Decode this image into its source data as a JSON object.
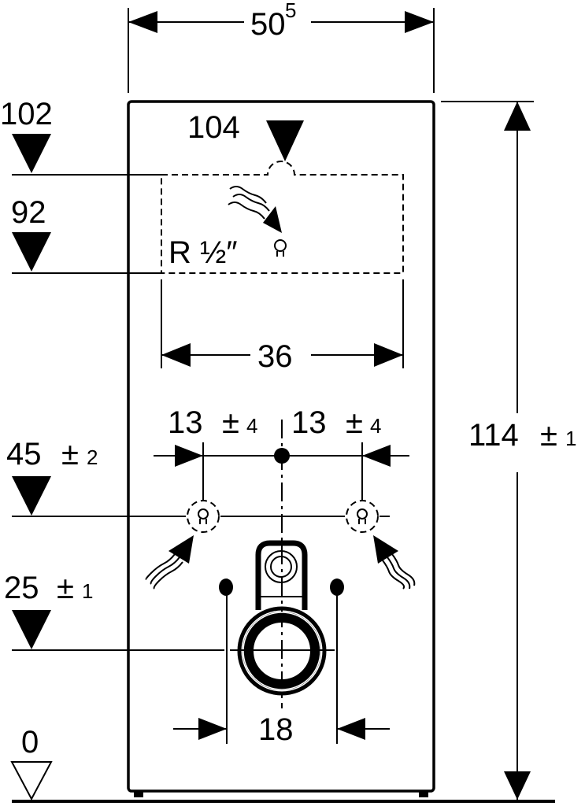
{
  "dimensions": {
    "width_main": "50",
    "width_sup": "5",
    "height_main": "114",
    "height_tol_sign": "±",
    "height_tol": "1",
    "pipe_spacing": "36",
    "left_offset_main": "13",
    "left_offset_sign": "±",
    "left_offset_tol": "4",
    "right_offset_main": "13",
    "right_offset_sign": "±",
    "right_offset_tol": "4",
    "bolt_spacing": "18"
  },
  "levels": {
    "l102": "102",
    "l92": "92",
    "l104": "104",
    "l45_main": "45",
    "l45_sign": "±",
    "l45_tol": "2",
    "l25_main": "25",
    "l25_sign": "±",
    "l25_tol": "1",
    "l0": "0"
  },
  "connection_label": "R ½″"
}
